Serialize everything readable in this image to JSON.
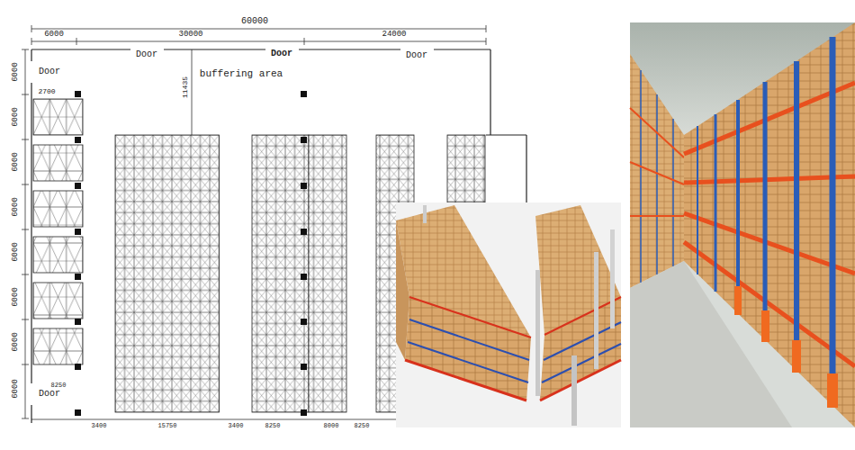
{
  "diagram": {
    "labels": [
      "60000",
      "6000",
      "30000",
      "24000",
      "Door",
      "Door",
      "Door",
      "Door",
      "buffering area",
      "11435",
      "2700",
      "6000",
      "6000",
      "6000",
      "6000",
      "6000",
      "6000",
      "6000",
      "6000",
      "Door",
      "8250",
      "3400",
      "15750",
      "3400",
      "8250",
      "8000",
      "8250"
    ]
  }
}
